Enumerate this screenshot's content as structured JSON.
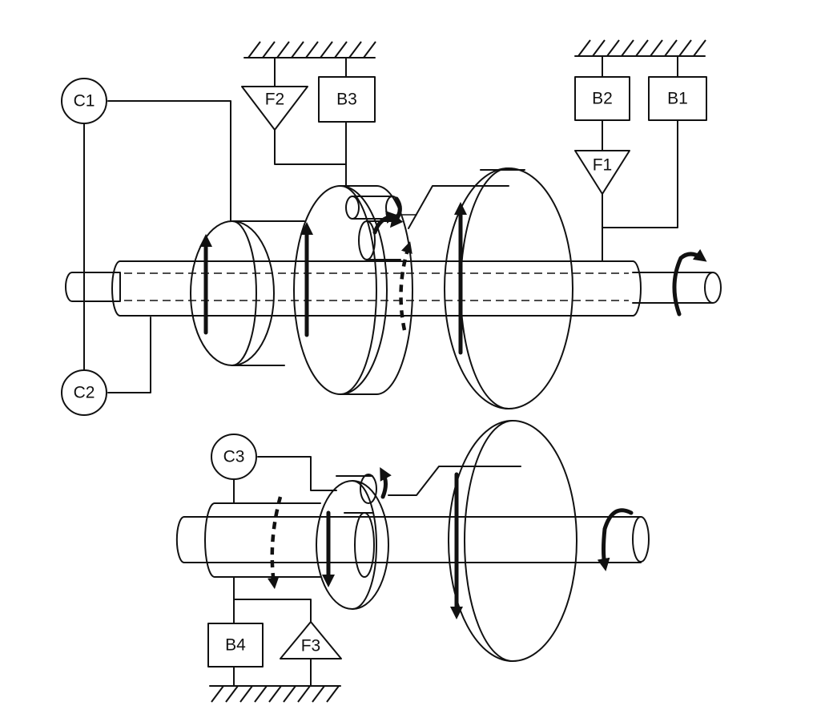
{
  "diagram": {
    "labels": {
      "c1": "C1",
      "c2": "C2",
      "c3": "C3",
      "b1": "B1",
      "b2": "B2",
      "b3": "B3",
      "b4": "B4",
      "f1": "F1",
      "f2": "F2",
      "f3": "F3"
    }
  }
}
